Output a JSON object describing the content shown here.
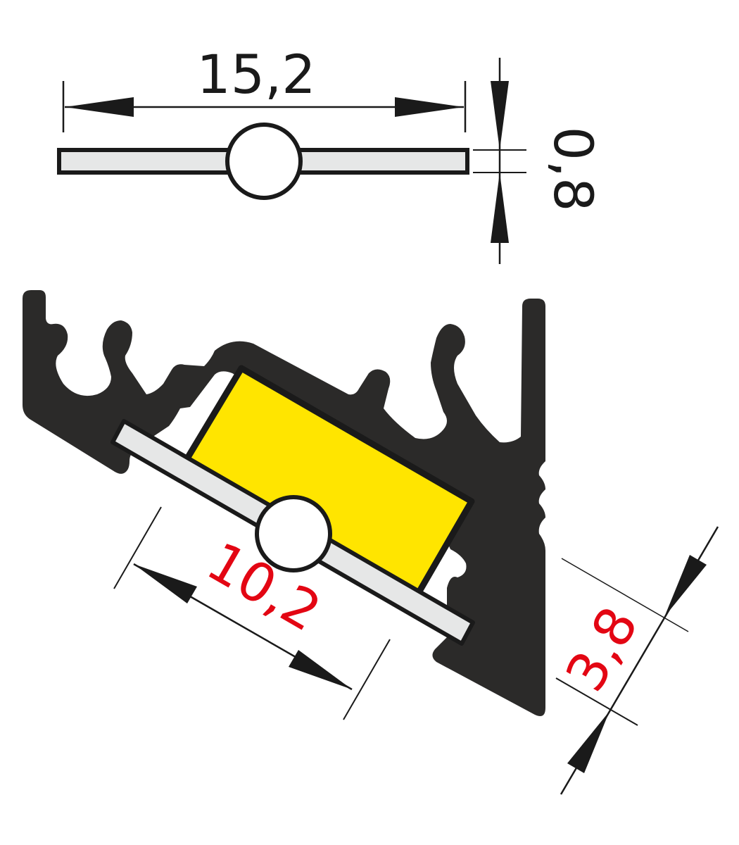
{
  "colors": {
    "profile": "#2b2a29",
    "led_strip": "#ffe500",
    "diffuser": "#e6e7e7",
    "outline": "#1a1a1a",
    "dim_black": "#1a1a1a",
    "dim_red": "#e30613"
  },
  "dimensions": {
    "width": "15,2",
    "thickness": "0,8",
    "strip_width": "10,2",
    "strip_depth": "3,8"
  }
}
